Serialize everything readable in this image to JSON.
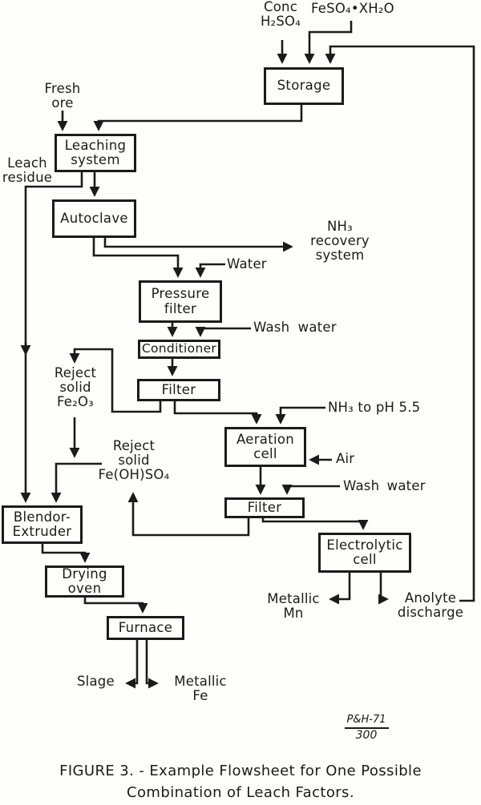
{
  "colors": {
    "ink": "#1b1b1b",
    "paper": "#fefefc"
  },
  "boxes": {
    "storage": "Storage",
    "leaching": "Leaching\nsystem",
    "autoclave": "Autoclave",
    "pressure_filter": "Pressure\nfilter",
    "conditioner": "Conditioner",
    "filter_1": "Filter",
    "aeration_cell": "Aeration\ncell",
    "filter_2": "Filter",
    "electrolytic_cell": "Electrolytic\ncell",
    "blendor_extruder": "Blendor-\nExtruder",
    "drying_oven": "Drying\noven",
    "furnace": "Furnace"
  },
  "stream_labels": {
    "conc_h2so4": "Conc\nH₂SO₄",
    "feso4_xh2o": "FeSO₄•XH₂O",
    "fresh_ore": "Fresh\nore",
    "leach_residue": "Leach\nresidue",
    "nh3_recovery": "NH₃\nrecovery\nsystem",
    "water": "Water",
    "wash_water_1": "Wash water",
    "reject_solid_fe2o3": "Reject\nsolid\nFe₂O₃",
    "nh3_to_ph": "NH₃ to pH 5.5",
    "air": "Air",
    "reject_solid_feohso4": "Reject\nsolid\nFe(OH)SO₄",
    "wash_water_2": "Wash water",
    "metallic_mn": "Metallic\nMn",
    "anolyte_discharge": "Anolyte\ndischarge",
    "slage": "Slage",
    "metallic_fe": "Metallic\nFe"
  },
  "stamp": {
    "numerator": "P&H-71",
    "denominator": "300"
  },
  "caption": {
    "line1": "FIGURE 3. - Example Flowsheet for One Possible",
    "line2": "Combination of Leach Factors."
  }
}
